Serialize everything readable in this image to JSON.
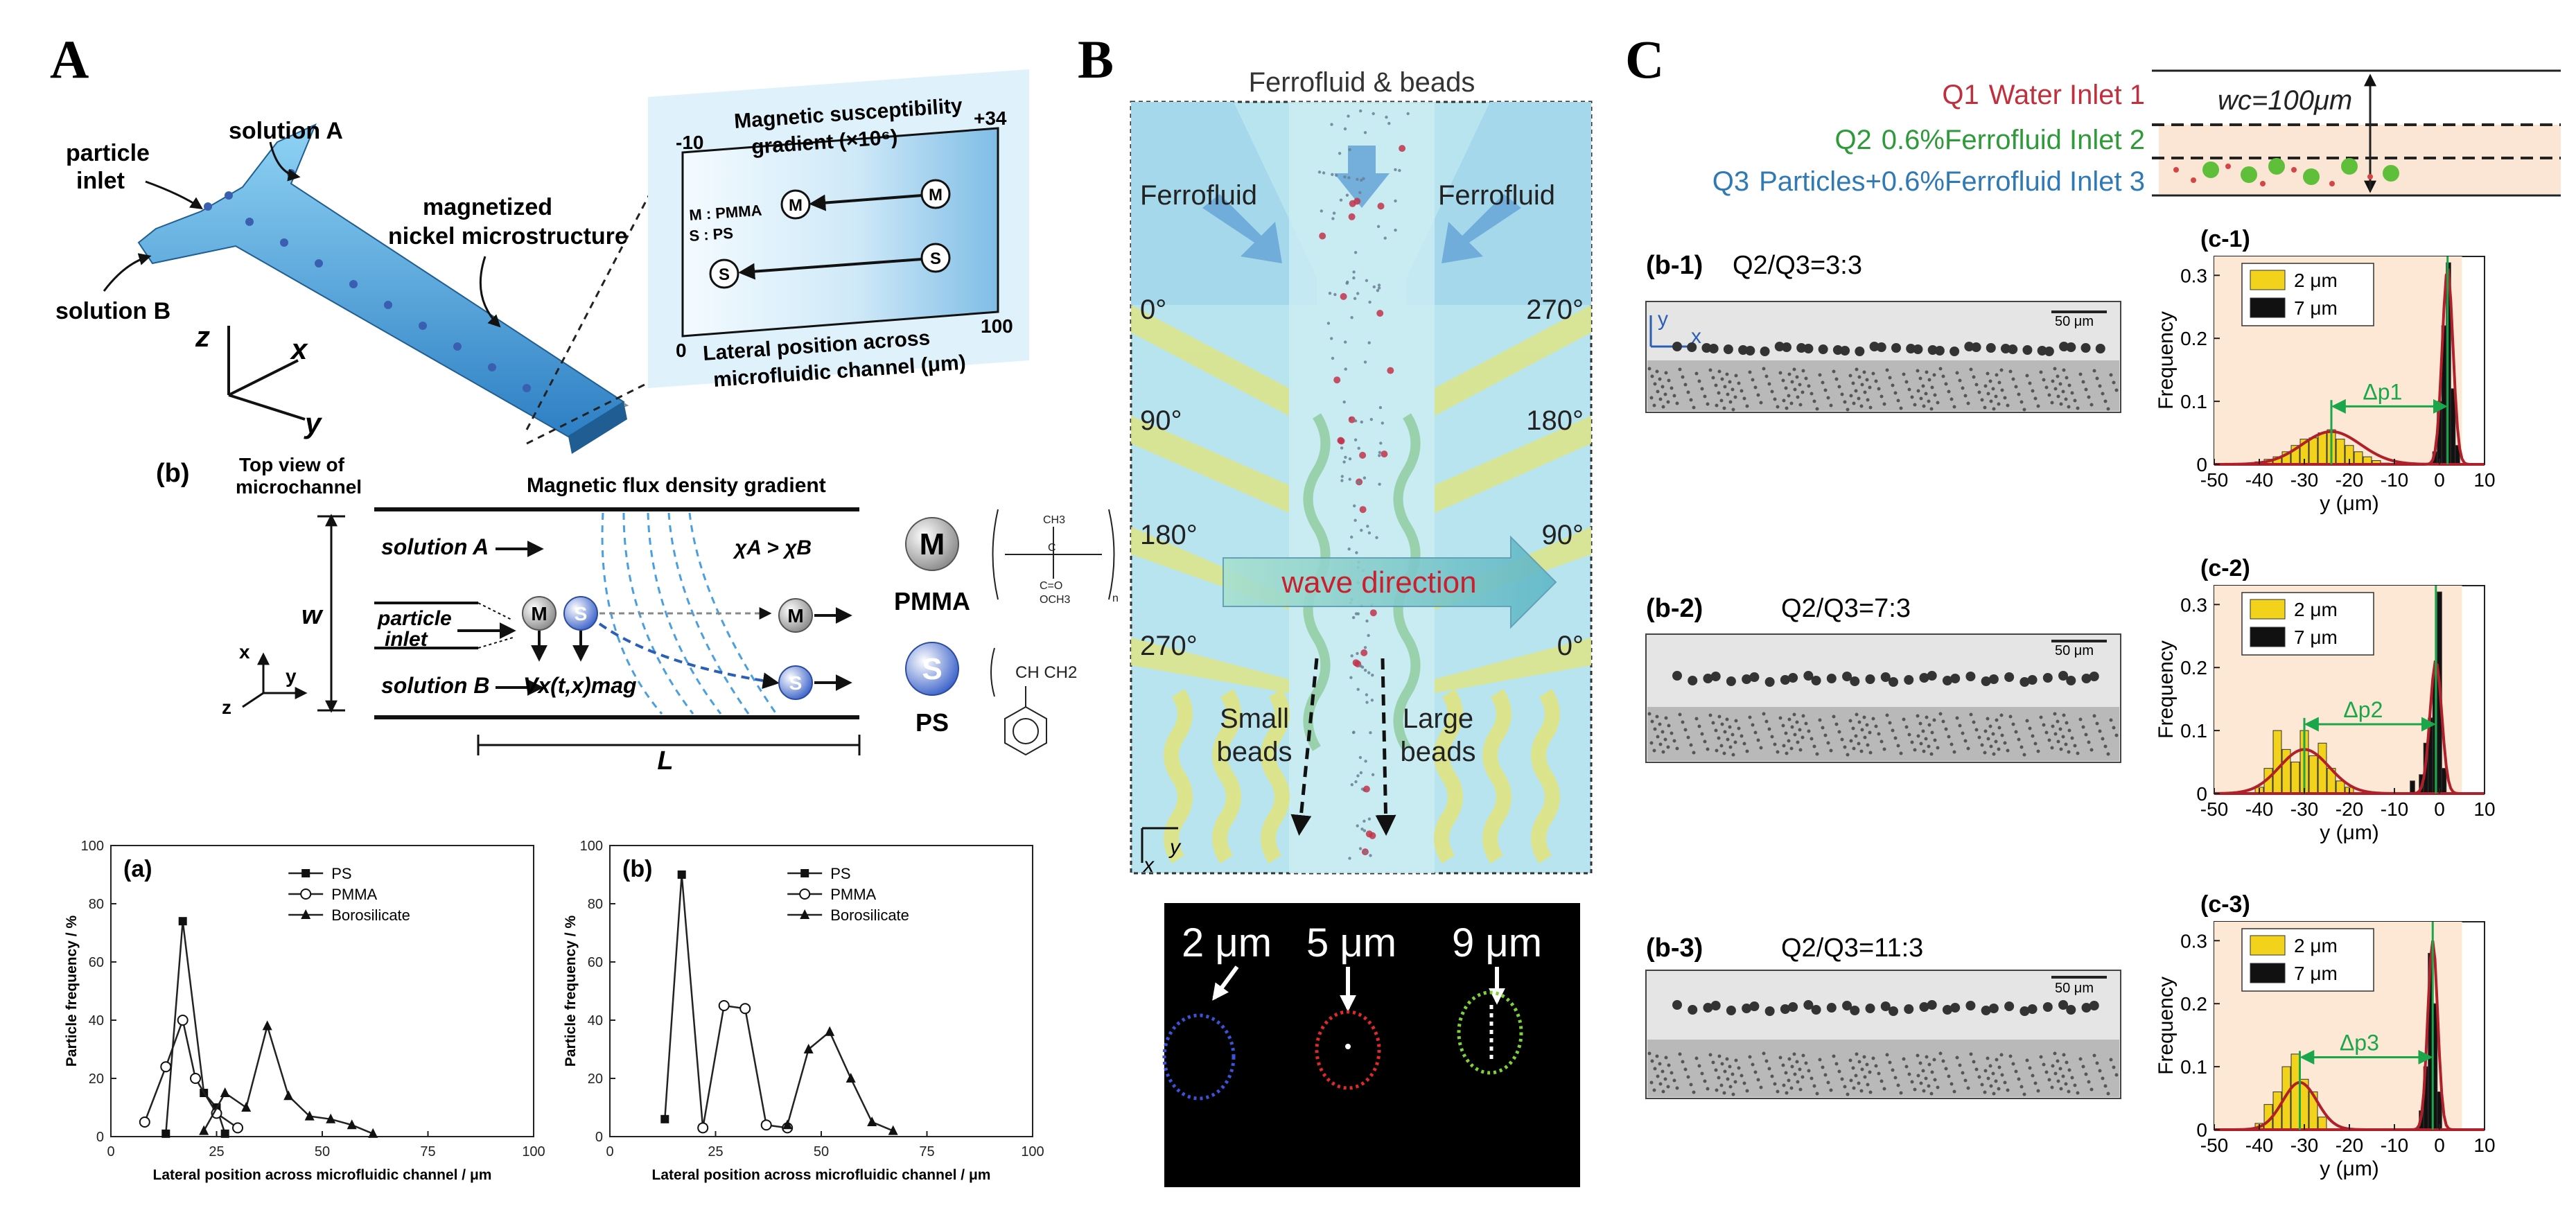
{
  "panels": {
    "A": "A",
    "B": "B",
    "C": "C"
  },
  "panelA": {
    "schematic": {
      "solution_a": "solution A",
      "particle_inlet_line1": "particle",
      "particle_inlet_line2": "inlet",
      "solution_b": "solution B",
      "magnetized_line1": "magnetized",
      "magnetized_line2": "nickel microstructure",
      "axis_z": "z",
      "axis_x": "x",
      "axis_y": "y"
    },
    "inset": {
      "title_line1": "Magnetic susceptibility",
      "title_line2": "gradient (×10⁶)",
      "top_min": "-10",
      "top_max": "+34",
      "legend_m": "M : PMMA",
      "legend_s": "S : PS",
      "bead_m": "M",
      "bead_s": "S",
      "bottom_min": "0",
      "bottom_max": "100",
      "xlabel_line1": "Lateral position across",
      "xlabel_line2": "microfluidic channel (μm)"
    },
    "topview": {
      "label": "(b)",
      "title_line1": "Top view of",
      "title_line2": "microchannel",
      "gradient_title": "Magnetic flux density gradient",
      "solution_a": "solution A",
      "particle_inlet_line1": "particle",
      "particle_inlet_line2": "inlet",
      "solution_b": "solution B",
      "width": "w",
      "length": "L",
      "chi": "χA > χB",
      "velocity": "Vx(t,x)mag",
      "bead_m": "M",
      "bead_s": "S",
      "pmma": "PMMA",
      "ps": "PS",
      "axis_x": "x",
      "axis_y": "y",
      "axis_z": "z",
      "ch3": "CH3",
      "c": "C",
      "ch2": "CH2",
      "ester": "C=O",
      "och3": "OCH3",
      "ps_formula": "CH  CH2",
      "subscript_n": "n"
    }
  },
  "panelB": {
    "title": "Ferrofluid & beads",
    "ferrofluid_left": "Ferrofluid",
    "ferrofluid_right": "Ferrofluid",
    "angles_left": [
      "0°",
      "90°",
      "180°",
      "270°"
    ],
    "angles_right": [
      "270°",
      "180°",
      "90°",
      "0°"
    ],
    "wave_direction": "wave direction",
    "small_beads_line1": "Small",
    "small_beads_line2": "beads",
    "large_beads_line1": "Large",
    "large_beads_line2": "beads",
    "axis_x": "x",
    "axis_y": "y",
    "sizes": [
      "2 μm",
      "5 μm",
      "9 μm"
    ]
  },
  "panelC": {
    "inlets": [
      {
        "q": "Q1",
        "text": "Water  Inlet 1",
        "color": "#c0303c"
      },
      {
        "q": "Q2",
        "text": "0.6%Ferrofluid  Inlet 2",
        "color": "#2e9a3a"
      },
      {
        "q": "Q3",
        "text": "Particles+0.6%Ferrofluid  Inlet 3",
        "color": "#2f79b5"
      }
    ],
    "width_label": "wc=100μm",
    "micrographs": [
      {
        "label": "(b-1)",
        "ratio": "Q2/Q3=3:3",
        "scale": "50 μm",
        "axis_y": "y",
        "axis_x": "x"
      },
      {
        "label": "(b-2)",
        "ratio": "Q2/Q3=7:3",
        "scale": "50 μm"
      },
      {
        "label": "(b-3)",
        "ratio": "Q2/Q3=11:3",
        "scale": "50 μm"
      }
    ],
    "hist_labels": [
      "(c-1)",
      "(c-2)",
      "(c-3)"
    ],
    "hist_deltas": [
      "Δp1",
      "Δp2",
      "Δp3"
    ]
  },
  "chart_data": [
    {
      "id": "A-a",
      "type": "line",
      "panel_label": "(a)",
      "xlabel": "Lateral position across microfluidic channel / μm",
      "ylabel": "Particle frequency / %",
      "xlim": [
        0,
        100
      ],
      "ylim": [
        0,
        100
      ],
      "xticks": [
        0,
        25,
        50,
        75,
        100
      ],
      "yticks": [
        0,
        20,
        40,
        60,
        80,
        100
      ],
      "series": [
        {
          "name": "PS",
          "marker": "square",
          "x": [
            13,
            17,
            22,
            25,
            27
          ],
          "y": [
            1,
            74,
            15,
            10,
            1
          ]
        },
        {
          "name": "PMMA",
          "marker": "circle",
          "x": [
            8,
            13,
            17,
            20,
            25,
            30
          ],
          "y": [
            5,
            24,
            40,
            20,
            8,
            3
          ]
        },
        {
          "name": "Borosilicate",
          "marker": "triangle",
          "x": [
            22,
            27,
            32,
            37,
            42,
            47,
            52,
            57,
            62
          ],
          "y": [
            2,
            15,
            10,
            38,
            14,
            7,
            6,
            4,
            1
          ]
        }
      ]
    },
    {
      "id": "A-b",
      "type": "line",
      "panel_label": "(b)",
      "xlabel": "Lateral position across microfluidic channel / μm",
      "ylabel": "Particle frequency / %",
      "xlim": [
        0,
        100
      ],
      "ylim": [
        0,
        100
      ],
      "xticks": [
        0,
        25,
        50,
        75,
        100
      ],
      "yticks": [
        0,
        20,
        40,
        60,
        80,
        100
      ],
      "series": [
        {
          "name": "PS",
          "marker": "square",
          "x": [
            13,
            17,
            22
          ],
          "y": [
            6,
            90,
            3
          ]
        },
        {
          "name": "PMMA",
          "marker": "circle",
          "x": [
            22,
            27,
            32,
            37,
            42
          ],
          "y": [
            3,
            45,
            44,
            4,
            3
          ]
        },
        {
          "name": "Borosilicate",
          "marker": "triangle",
          "x": [
            42,
            47,
            52,
            57,
            62,
            67
          ],
          "y": [
            4,
            30,
            36,
            20,
            5,
            2
          ]
        }
      ]
    },
    {
      "id": "c-1",
      "type": "bar",
      "xlabel": "y (μm)",
      "ylabel": "Frequency",
      "xlim": [
        -50,
        10
      ],
      "ylim": [
        0,
        0.33
      ],
      "xticks": [
        -50,
        -40,
        -30,
        -20,
        -10,
        0,
        10
      ],
      "yticks": [
        0,
        0.1,
        0.2,
        0.3
      ],
      "legend": [
        "2 μm",
        "7 μm"
      ],
      "series": [
        {
          "name": "2 μm",
          "color": "#f2d21b",
          "x": [
            -40,
            -38,
            -36,
            -34,
            -32,
            -30,
            -28,
            -26,
            -24,
            -22,
            -20,
            -18,
            -16,
            -14,
            -12
          ],
          "y": [
            0.004,
            0.008,
            0.012,
            0.02,
            0.03,
            0.04,
            0.042,
            0.05,
            0.055,
            0.04,
            0.03,
            0.02,
            0.012,
            0.006,
            0.002
          ]
        },
        {
          "name": "7 μm",
          "color": "#111111",
          "x": [
            -1,
            0,
            1,
            2,
            3,
            4
          ],
          "y": [
            0.02,
            0.1,
            0.22,
            0.32,
            0.12,
            0.03
          ]
        }
      ]
    },
    {
      "id": "c-2",
      "type": "bar",
      "xlabel": "y (μm)",
      "ylabel": "Frequency",
      "xlim": [
        -50,
        10
      ],
      "ylim": [
        0,
        0.33
      ],
      "xticks": [
        -50,
        -40,
        -30,
        -20,
        -10,
        0,
        10
      ],
      "yticks": [
        0,
        0.1,
        0.2,
        0.3
      ],
      "legend": [
        "2 μm",
        "7 μm"
      ],
      "series": [
        {
          "name": "2 μm",
          "color": "#f2d21b",
          "x": [
            -40,
            -38,
            -36,
            -34,
            -32,
            -30,
            -28,
            -26,
            -24,
            -22,
            -20
          ],
          "y": [
            0.01,
            0.04,
            0.1,
            0.07,
            0.05,
            0.1,
            0.06,
            0.08,
            0.04,
            0.02,
            0.01
          ]
        },
        {
          "name": "7 μm",
          "color": "#111111",
          "x": [
            -6,
            -4,
            -3,
            -2,
            -1,
            0,
            1
          ],
          "y": [
            0.02,
            0.03,
            0.08,
            0.12,
            0.19,
            0.32,
            0.04
          ]
        }
      ]
    },
    {
      "id": "c-3",
      "type": "bar",
      "xlabel": "y (μm)",
      "ylabel": "Frequency",
      "xlim": [
        -50,
        10
      ],
      "ylim": [
        0,
        0.33
      ],
      "xticks": [
        -50,
        -40,
        -30,
        -20,
        -10,
        0,
        10
      ],
      "yticks": [
        0,
        0.1,
        0.2,
        0.3
      ],
      "legend": [
        "2 μm",
        "7 μm"
      ],
      "series": [
        {
          "name": "2 μm",
          "color": "#f2d21b",
          "x": [
            -40,
            -38,
            -36,
            -34,
            -32,
            -30,
            -28,
            -26
          ],
          "y": [
            0.01,
            0.04,
            0.06,
            0.1,
            0.12,
            0.08,
            0.06,
            0.02
          ]
        },
        {
          "name": "7 μm",
          "color": "#111111",
          "x": [
            -4,
            -3,
            -2,
            -1,
            0
          ],
          "y": [
            0.03,
            0.1,
            0.28,
            0.2,
            0.06
          ]
        }
      ]
    }
  ]
}
